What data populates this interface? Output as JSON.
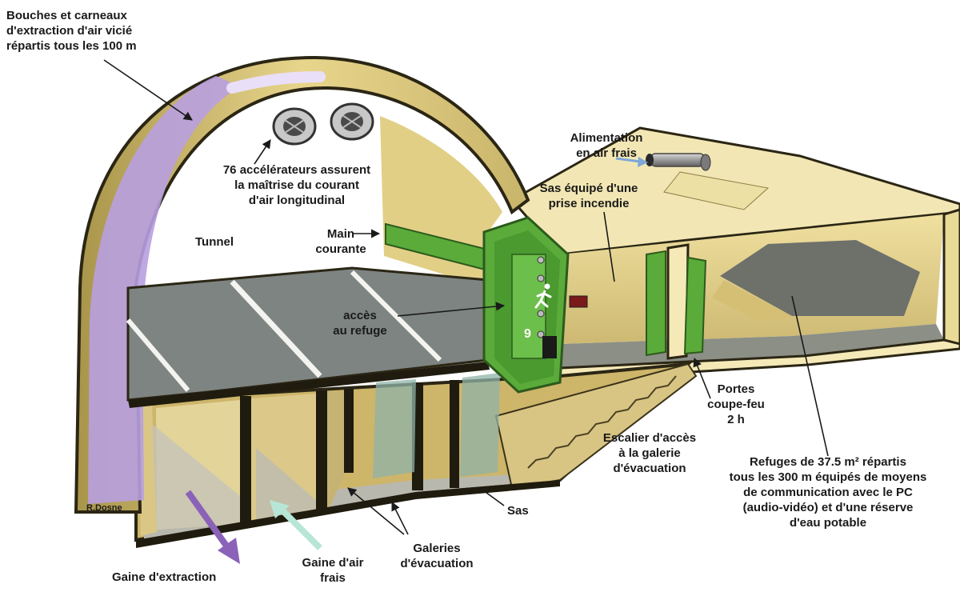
{
  "labels": {
    "bouches": [
      "Bouches et carneaux",
      "d'extraction d'air vicié",
      "répartis tous les 100 m"
    ],
    "accelerateurs": [
      "76 accélérateurs assurent",
      "la maîtrise du courant",
      "d'air longitudinal"
    ],
    "alimentation": [
      "Alimentation",
      "en air frais"
    ],
    "sas_prise": [
      "Sas équipé d'une",
      "prise incendie"
    ],
    "tunnel": "Tunnel",
    "main_courante": [
      "Main",
      "courante"
    ],
    "acces_refuge": [
      "accès",
      "au refuge"
    ],
    "portes": [
      "Portes",
      "coupe-feu",
      "2 h"
    ],
    "escalier": [
      "Escalier d'accès",
      "à la galerie",
      "d'évacuation"
    ],
    "refuges": [
      "Refuges de 37.5 m² répartis",
      "tous les 300 m équipés de moyens",
      "de communication avec le PC",
      "(audio-vidéo) et d'une réserve",
      "d'eau potable"
    ],
    "sas": "Sas",
    "galeries": [
      "Galeries",
      "d'évacuation"
    ],
    "gaine_air_frais": [
      "Gaine d'air",
      "frais"
    ],
    "gaine_extraction": "Gaine d'extraction",
    "credit": "R.Dosne",
    "door_number": "9"
  },
  "colors": {
    "tunnel_lining": "#e6d38a",
    "tunnel_edge": "#2b2614",
    "roadway": "#7d8482",
    "door_green": "#5aab3a",
    "extraction_arrow": "#8a62b8",
    "fresh_air_arrow": "#b7e6d6",
    "intake_arrow": "#7fa7d8",
    "purple_duct": "#b8a0e0"
  },
  "icons": [
    "fan-icon",
    "running-man-icon",
    "intercom-icon"
  ]
}
